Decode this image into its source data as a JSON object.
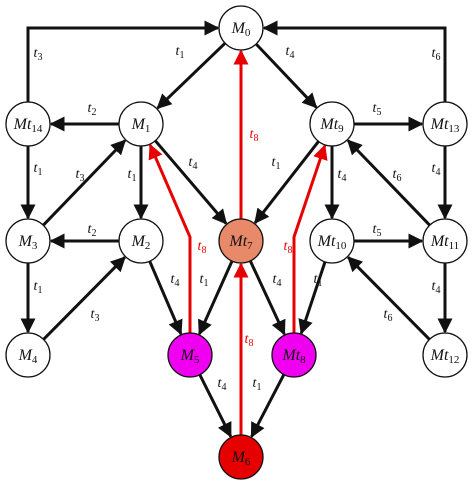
{
  "colors": {
    "edge_default": "#111111",
    "edge_highlight": "#e60000",
    "node_default": "#ffffff",
    "node_outline": "#111111",
    "label_default": "#111111",
    "label_highlight": "#e60000"
  },
  "nodes": [
    {
      "id": "M0",
      "prefix": "M",
      "sub": "0",
      "fill": "#ffffff"
    },
    {
      "id": "M1",
      "prefix": "M",
      "sub": "1",
      "fill": "#ffffff"
    },
    {
      "id": "M2",
      "prefix": "M",
      "sub": "2",
      "fill": "#ffffff"
    },
    {
      "id": "M3",
      "prefix": "M",
      "sub": "3",
      "fill": "#ffffff"
    },
    {
      "id": "M4",
      "prefix": "M",
      "sub": "4",
      "fill": "#ffffff"
    },
    {
      "id": "M5",
      "prefix": "M",
      "sub": "5",
      "fill": "#f000f0"
    },
    {
      "id": "M6",
      "prefix": "M",
      "sub": "6",
      "fill": "#e60000"
    },
    {
      "id": "Mt7",
      "prefix": "Mt",
      "sub": "7",
      "fill": "#e8896a"
    },
    {
      "id": "Mt8",
      "prefix": "Mt",
      "sub": "8",
      "fill": "#f000f0"
    },
    {
      "id": "Mt9",
      "prefix": "Mt",
      "sub": "9",
      "fill": "#ffffff"
    },
    {
      "id": "Mt10",
      "prefix": "Mt",
      "sub": "10",
      "fill": "#ffffff"
    },
    {
      "id": "Mt11",
      "prefix": "Mt",
      "sub": "11",
      "fill": "#ffffff"
    },
    {
      "id": "Mt12",
      "prefix": "Mt",
      "sub": "12",
      "fill": "#ffffff"
    },
    {
      "id": "Mt13",
      "prefix": "Mt",
      "sub": "13",
      "fill": "#ffffff"
    },
    {
      "id": "Mt14",
      "prefix": "Mt",
      "sub": "14",
      "fill": "#ffffff"
    }
  ],
  "edges": [
    {
      "from": "M0",
      "to": "M1",
      "label": "t",
      "sub": "1",
      "highlight": false
    },
    {
      "from": "M0",
      "to": "Mt9",
      "label": "t",
      "sub": "4",
      "highlight": false
    },
    {
      "from": "Mt14",
      "to": "M0",
      "label": "t",
      "sub": "3",
      "highlight": false
    },
    {
      "from": "Mt13",
      "to": "M0",
      "label": "t",
      "sub": "6",
      "highlight": false
    },
    {
      "from": "M1",
      "to": "Mt14",
      "label": "t",
      "sub": "2",
      "highlight": false
    },
    {
      "from": "Mt9",
      "to": "Mt13",
      "label": "t",
      "sub": "5",
      "highlight": false
    },
    {
      "from": "Mt14",
      "to": "M3",
      "label": "t",
      "sub": "1",
      "highlight": false
    },
    {
      "from": "Mt13",
      "to": "Mt11",
      "label": "t",
      "sub": "4",
      "highlight": false
    },
    {
      "from": "M3",
      "to": "M1",
      "label": "t",
      "sub": "3",
      "highlight": false
    },
    {
      "from": "Mt11",
      "to": "Mt9",
      "label": "t",
      "sub": "6",
      "highlight": false
    },
    {
      "from": "M1",
      "to": "M2",
      "label": "t",
      "sub": "1",
      "highlight": false
    },
    {
      "from": "Mt9",
      "to": "Mt10",
      "label": "t",
      "sub": "4",
      "highlight": false
    },
    {
      "from": "M1",
      "to": "Mt7",
      "label": "t",
      "sub": "4",
      "highlight": false
    },
    {
      "from": "Mt9",
      "to": "Mt7",
      "label": "t",
      "sub": "1",
      "highlight": false
    },
    {
      "from": "M2",
      "to": "M3",
      "label": "t",
      "sub": "2",
      "highlight": false
    },
    {
      "from": "Mt10",
      "to": "Mt11",
      "label": "t",
      "sub": "5",
      "highlight": false
    },
    {
      "from": "M3",
      "to": "M4",
      "label": "t",
      "sub": "1",
      "highlight": false
    },
    {
      "from": "Mt11",
      "to": "Mt12",
      "label": "t",
      "sub": "4",
      "highlight": false
    },
    {
      "from": "M4",
      "to": "M2",
      "label": "t",
      "sub": "3",
      "highlight": false
    },
    {
      "from": "Mt12",
      "to": "Mt10",
      "label": "t",
      "sub": "6",
      "highlight": false
    },
    {
      "from": "M2",
      "to": "M5",
      "label": "t",
      "sub": "4",
      "highlight": false
    },
    {
      "from": "Mt10",
      "to": "Mt8",
      "label": "t",
      "sub": "1",
      "highlight": false
    },
    {
      "from": "Mt7",
      "to": "M5",
      "label": "t",
      "sub": "1",
      "highlight": false
    },
    {
      "from": "Mt7",
      "to": "Mt8",
      "label": "t",
      "sub": "4",
      "highlight": false
    },
    {
      "from": "M5",
      "to": "M6",
      "label": "t",
      "sub": "4",
      "highlight": false
    },
    {
      "from": "Mt8",
      "to": "M6",
      "label": "t",
      "sub": "1",
      "highlight": false
    },
    {
      "from": "Mt7",
      "to": "M0",
      "label": "t",
      "sub": "8",
      "highlight": true
    },
    {
      "from": "M5",
      "to": "M1",
      "label": "t",
      "sub": "8",
      "highlight": true
    },
    {
      "from": "Mt8",
      "to": "Mt9",
      "label": "t",
      "sub": "8",
      "highlight": true
    },
    {
      "from": "M6",
      "to": "Mt7",
      "label": "t",
      "sub": "8",
      "highlight": true
    }
  ]
}
